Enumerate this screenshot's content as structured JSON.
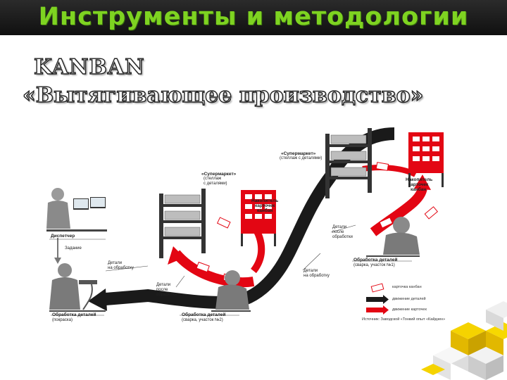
{
  "header": {
    "title": "Инструменты и методологии"
  },
  "subtitle": {
    "line1": "KANBAN",
    "line2": "«Вытягивающее производство»"
  },
  "labels": {
    "supermarket_top": "«Супермаркет»",
    "supermarket_top_sub": "(стеллаж с деталями)",
    "supermarket_mid": "«Супермаркет»",
    "supermarket_mid_sub1": "(стеллаж",
    "supermarket_mid_sub2": "с деталями)",
    "collector_mid1": "Накопитель",
    "collector_mid2": "карточек",
    "collector_mid3": "канбан",
    "collector_top1": "Накопитель",
    "collector_top2": "карточек",
    "collector_top3": "канбан",
    "dispatcher": "Диспетчер",
    "task": "Задание",
    "parts_to_processing_left1": "Детали",
    "parts_to_processing_left2": "на обработку",
    "parts_after_processing_mid1": "Детали",
    "parts_after_processing_mid2": "после",
    "parts_after_processing_mid3": "обработки",
    "parts_after_processing_right1": "Детали",
    "parts_after_processing_right2": "после",
    "parts_after_processing_right3": "обработки",
    "parts_to_processing_right1": "Детали",
    "parts_to_processing_right2": "на обработку",
    "painting1": "Обработка деталей",
    "painting2": "(покраска)",
    "welding2_1": "Обработка деталей",
    "welding2_2": "(сварка, участок №2)",
    "welding1_1": "Обработка деталей",
    "welding1_2": "(сварка, участок №1)"
  },
  "legend": {
    "item1": "карточка канбан",
    "item2": "движение деталей",
    "item3": "движение карточек",
    "source": "Источник: Заводской «Тонкий опыт «Кайдзен»"
  },
  "colors": {
    "accent": "#e30613",
    "header_text": "#7ed321",
    "header_bg": "#1a1a1a"
  }
}
